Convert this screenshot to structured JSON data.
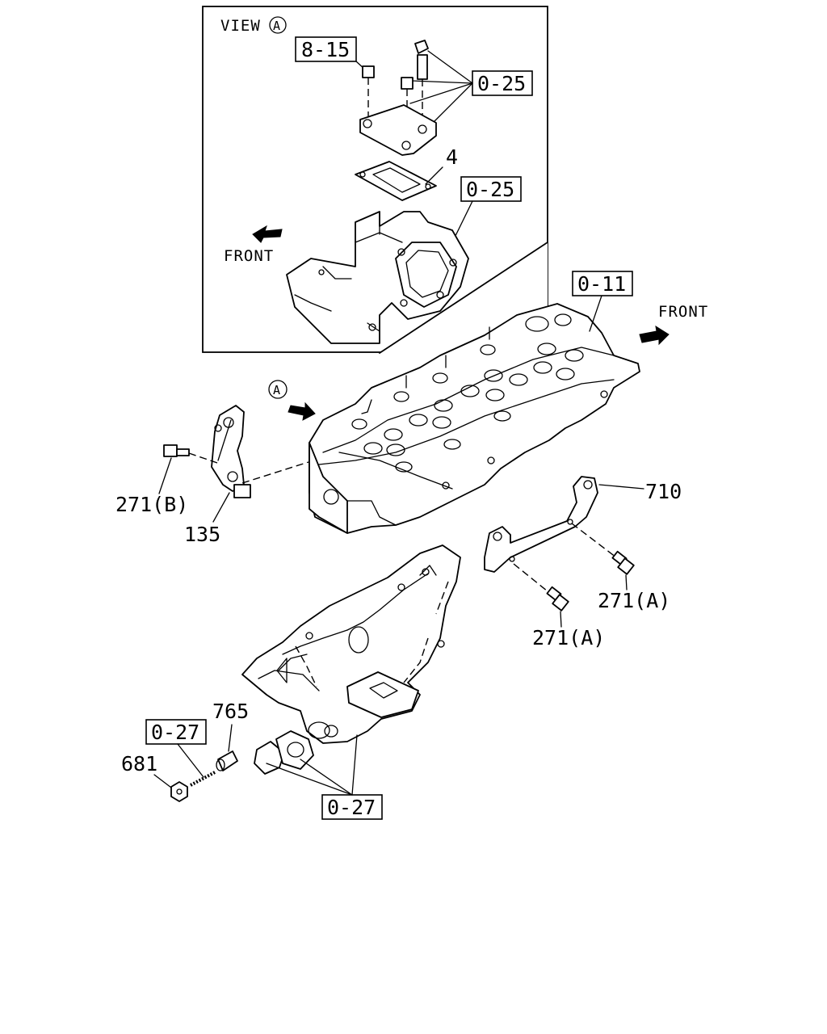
{
  "inset": {
    "title": "VIEW",
    "marker": "A",
    "front_label": "FRONT",
    "ref_8_15": "8-15",
    "ref_0_25_top": "0-25",
    "ref_0_25_mid": "0-25",
    "part_4": "4"
  },
  "main": {
    "ref_0_11": "0-11",
    "front_label": "FRONT",
    "view_marker": "A",
    "part_710": "710",
    "part_271a_right": "271(A)",
    "part_271a_mid": "271(A)",
    "part_271b": "271(B)",
    "part_135": "135",
    "part_765": "765",
    "ref_0_27_left": "0-27",
    "part_681": "681",
    "ref_0_27_bottom": "0-27"
  }
}
